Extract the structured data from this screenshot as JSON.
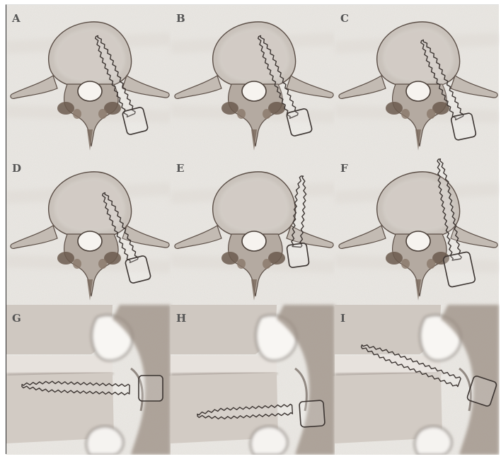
{
  "panels": [
    {
      "label": "A",
      "view": "axial"
    },
    {
      "label": "B",
      "view": "axial"
    },
    {
      "label": "C",
      "view": "axial"
    },
    {
      "label": "D",
      "view": "axial"
    },
    {
      "label": "E",
      "view": "axial"
    },
    {
      "label": "F",
      "view": "axial"
    },
    {
      "label": "G",
      "view": "lateral"
    },
    {
      "label": "H",
      "view": "lateral"
    },
    {
      "label": "I",
      "view": "lateral"
    }
  ]
}
